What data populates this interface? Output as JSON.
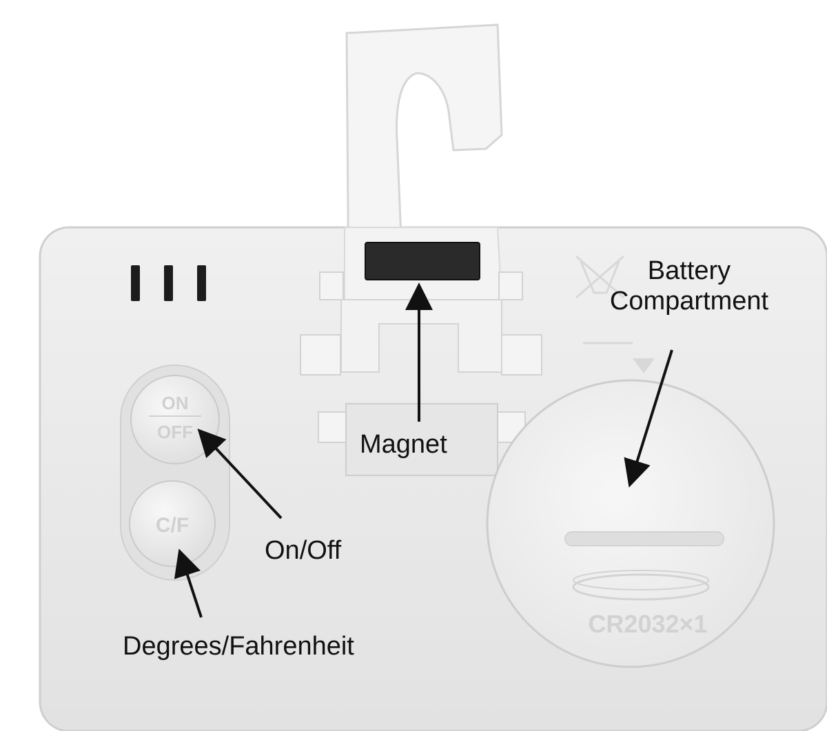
{
  "labels": {
    "battery_line1": "Battery",
    "battery_line2": "Compartment",
    "magnet": "Magnet",
    "onoff": "On/Off",
    "degrees": "Degrees/Fahrenheit"
  },
  "device": {
    "button_top_line1": "ON",
    "button_top_line2": "OFF",
    "button_bottom": "C/F",
    "battery_cover": "CR2032×1"
  },
  "colors": {
    "background": "#ffffff",
    "device_body": "#e9e9e9",
    "magnet": "#2a2a2a",
    "label_text": "#111111",
    "arrow": "#111111"
  }
}
